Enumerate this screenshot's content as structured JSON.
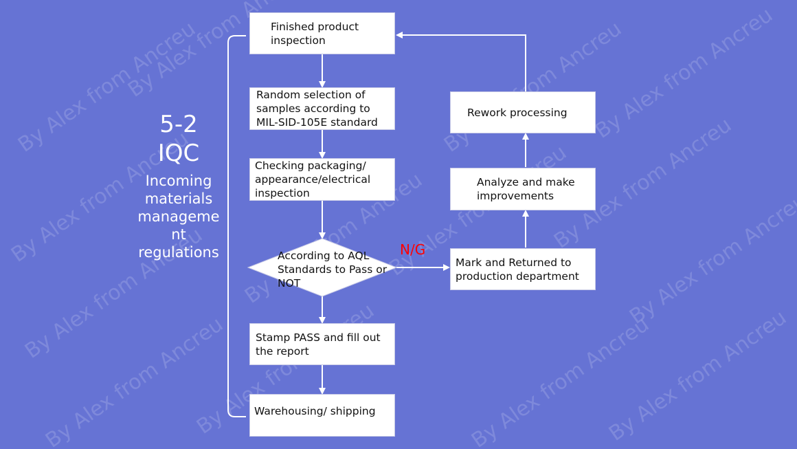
{
  "title": {
    "code": "5-2",
    "name": "IQC",
    "description": "Incoming\nmaterials\nmanageme\nnt\nregulations"
  },
  "watermark": "By Alex from Ancreu",
  "steps": {
    "finished_inspection": "Finished product\ninspection",
    "random_selection": "Random selection of\nsamples according to\nMIL-SID-105E standard",
    "checking": "Checking packaging/\nappearance/electrical\ninspection",
    "decision": "According to AQL\nStandards to Pass or\nNOT",
    "stamp": "Stamp PASS and fill out\nthe report",
    "warehousing": "Warehousing/ shipping",
    "mark_returned": "Mark and Returned to\nproduction department",
    "analyze": "Analyze and make\nimprovements",
    "rework": "Rework processing"
  },
  "ng_label": "N/G",
  "colors": {
    "background": "#6673d4",
    "box": "#ffffff",
    "line": "#ffffff",
    "ng": "#ff0000"
  }
}
